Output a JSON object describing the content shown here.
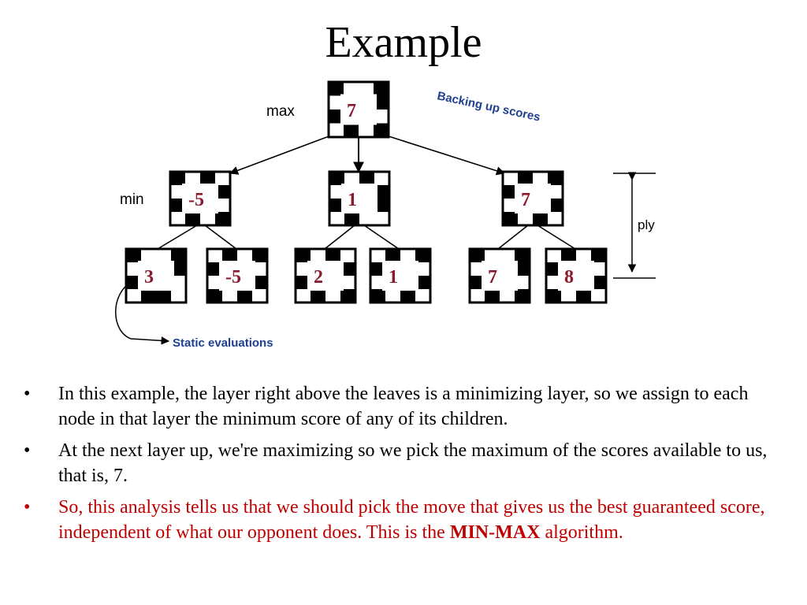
{
  "slide": {
    "title": "Example"
  },
  "diagram": {
    "level_labels": {
      "max": "max",
      "min": "min",
      "ply": "ply"
    },
    "annotations": {
      "backing_up": "Backing up scores",
      "static_evaluations": "Static evaluations"
    },
    "colors": {
      "node_value": "#8b1a2e",
      "annotation": "#1f3f8f",
      "board_dark": "#000000",
      "board_light": "#ffffff"
    },
    "nodes": {
      "root": {
        "value": "7"
      },
      "min_1": {
        "value": "-5"
      },
      "min_2": {
        "value": "1"
      },
      "min_3": {
        "value": "7"
      },
      "leaf_1": {
        "value": "3"
      },
      "leaf_2": {
        "value": "-5"
      },
      "leaf_3": {
        "value": "2"
      },
      "leaf_4": {
        "value": "1"
      },
      "leaf_5": {
        "value": "7"
      },
      "leaf_6": {
        "value": "8"
      }
    }
  },
  "bullets": [
    {
      "text": "In this example, the layer right above the leaves is a minimizing layer, so we assign to each node in that layer the minimum score of any of its children."
    },
    {
      "text": "At the next layer up, we're maximizing so we pick the maximum of the scores available to us, that is, 7."
    },
    {
      "text": "So, this analysis tells us that we should pick the move that gives us the best guaranteed score, independent of what our opponent does. This is the ",
      "bold": "MIN-MAX",
      "tail": " algorithm."
    }
  ],
  "bullet_symbol": "•"
}
